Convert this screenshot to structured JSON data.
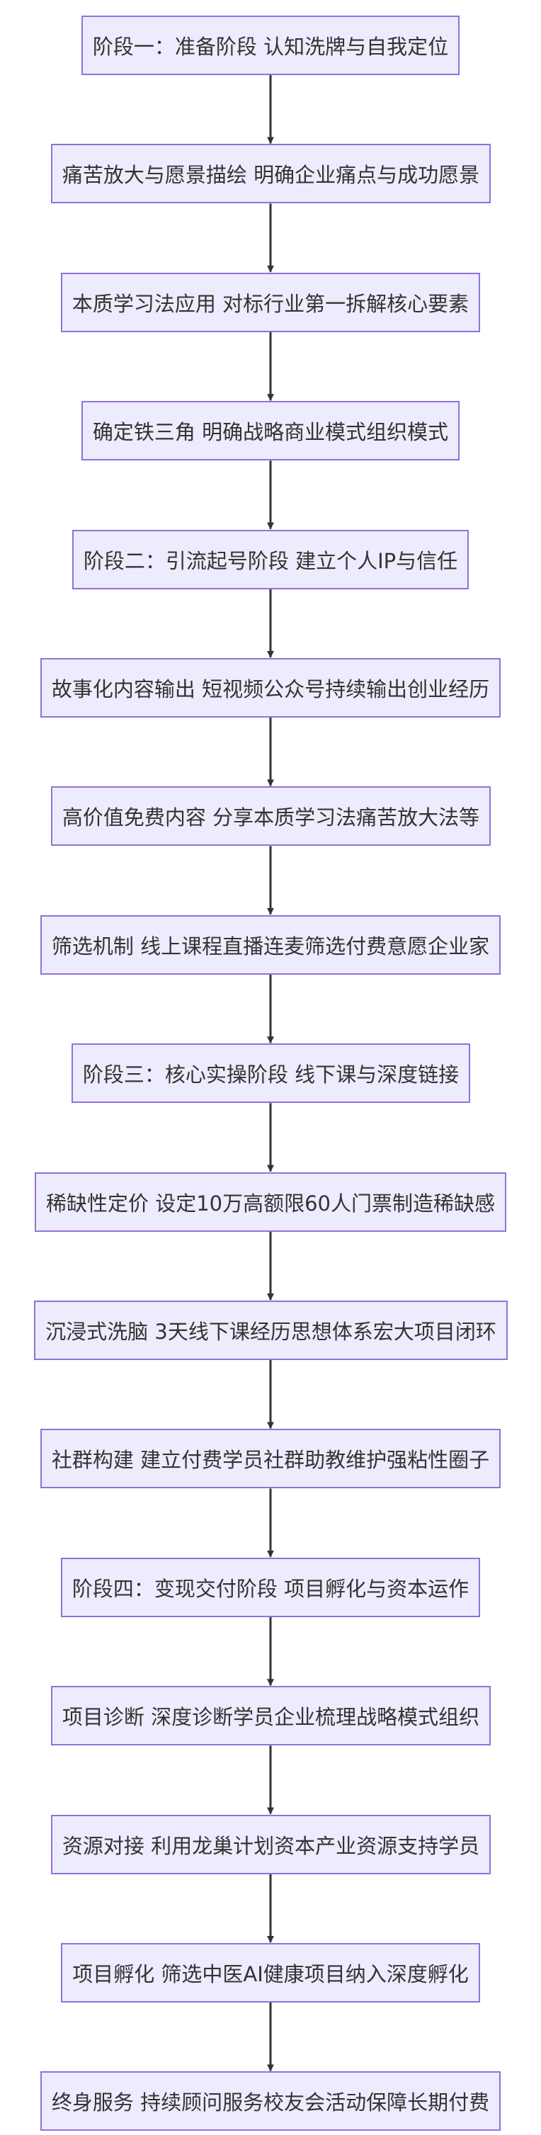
{
  "diagram": {
    "nodes": [
      {
        "id": "n1",
        "label": "阶段一：准备阶段 认知洗牌与自我定位"
      },
      {
        "id": "n2",
        "label": "痛苦放大与愿景描绘 明确企业痛点与成功愿景"
      },
      {
        "id": "n3",
        "label": "本质学习法应用 对标行业第一拆解核心要素"
      },
      {
        "id": "n4",
        "label": "确定铁三角 明确战略商业模式组织模式"
      },
      {
        "id": "n5",
        "label": "阶段二：引流起号阶段 建立个人IP与信任"
      },
      {
        "id": "n6",
        "label": "故事化内容输出 短视频公众号持续输出创业经历"
      },
      {
        "id": "n7",
        "label": "高价值免费内容 分享本质学习法痛苦放大法等"
      },
      {
        "id": "n8",
        "label": "筛选机制 线上课程直播连麦筛选付费意愿企业家"
      },
      {
        "id": "n9",
        "label": "阶段三：核心实操阶段 线下课与深度链接"
      },
      {
        "id": "n10",
        "label": "稀缺性定价 设定10万高额限60人门票制造稀缺感"
      },
      {
        "id": "n11",
        "label": "沉浸式洗脑 3天线下课经历思想体系宏大项目闭环"
      },
      {
        "id": "n12",
        "label": "社群构建 建立付费学员社群助教维护强粘性圈子"
      },
      {
        "id": "n13",
        "label": "阶段四：变现交付阶段 项目孵化与资本运作"
      },
      {
        "id": "n14",
        "label": "项目诊断 深度诊断学员企业梳理战略模式组织"
      },
      {
        "id": "n15",
        "label": "资源对接 利用龙巢计划资本产业资源支持学员"
      },
      {
        "id": "n16",
        "label": "项目孵化 筛选中医AI健康项目纳入深度孵化"
      },
      {
        "id": "n17",
        "label": "终身服务 持续顾问服务校友会活动保障长期付费"
      }
    ],
    "edges": [
      {
        "from": "n1",
        "to": "n2"
      },
      {
        "from": "n2",
        "to": "n3"
      },
      {
        "from": "n3",
        "to": "n4"
      },
      {
        "from": "n4",
        "to": "n5"
      },
      {
        "from": "n5",
        "to": "n6"
      },
      {
        "from": "n6",
        "to": "n7"
      },
      {
        "from": "n7",
        "to": "n8"
      },
      {
        "from": "n8",
        "to": "n9"
      },
      {
        "from": "n9",
        "to": "n10"
      },
      {
        "from": "n10",
        "to": "n11"
      },
      {
        "from": "n11",
        "to": "n12"
      },
      {
        "from": "n12",
        "to": "n13"
      },
      {
        "from": "n13",
        "to": "n14"
      },
      {
        "from": "n14",
        "to": "n15"
      },
      {
        "from": "n15",
        "to": "n16"
      },
      {
        "from": "n16",
        "to": "n17"
      }
    ],
    "colors": {
      "node_fill": "#ececfe",
      "node_border": "#9370db",
      "text": "#333333",
      "edge": "#333333"
    }
  }
}
